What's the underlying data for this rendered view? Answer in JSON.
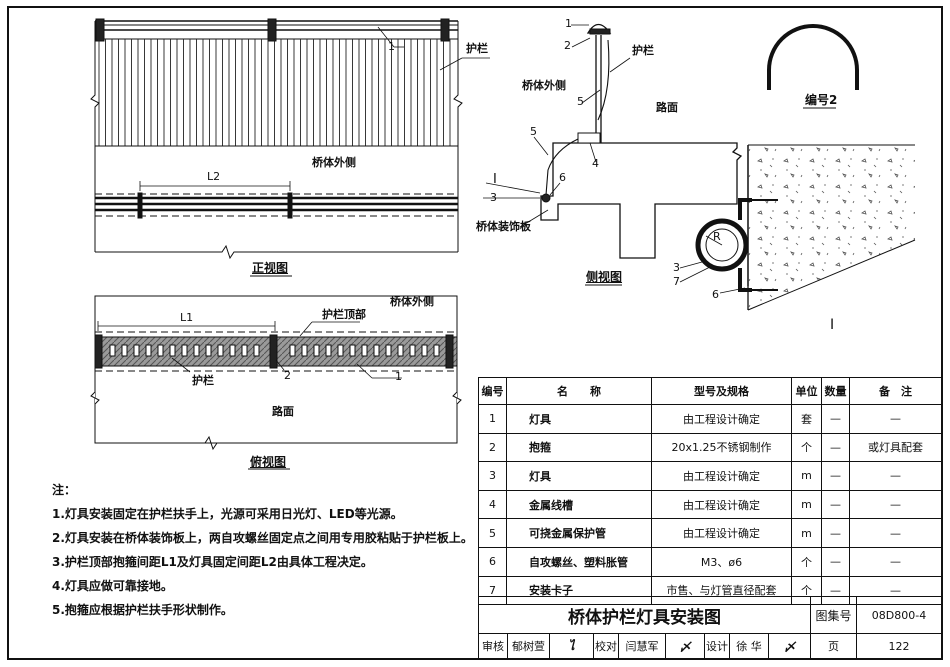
{
  "front_view": {
    "title": "正视图",
    "label_outer_side": "桥体外侧",
    "label_guardrail": "护栏",
    "dim_l2": "L2",
    "callout_1": "1"
  },
  "top_view": {
    "title": "俯视图",
    "label_outer_side": "桥体外侧",
    "label_rail_top": "护栏顶部",
    "label_guardrail": "护栏",
    "label_road": "路面",
    "dim_l1": "L1",
    "callout_1": "1",
    "callout_2": "2"
  },
  "side_view": {
    "title": "侧视图",
    "label_guardrail": "护栏",
    "label_outer_side": "桥体外侧",
    "label_road": "路面",
    "label_deco_panel": "桥体装饰板",
    "detail_mark": "I",
    "callouts": [
      "1",
      "2",
      "5",
      "5",
      "4",
      "3",
      "6"
    ]
  },
  "detail": {
    "mark": "I",
    "radius": "R",
    "callouts": [
      "3",
      "7",
      "6"
    ],
    "number_label": "编号2"
  },
  "notes": {
    "heading": "注：",
    "items": [
      "1.灯具安装固定在护栏扶手上，光源可采用日光灯、LED等光源。",
      "2.灯具安装在桥体装饰板上，两自攻螺丝固定点之间用专用胶粘贴于护栏板上。",
      "3.护栏顶部抱箍间距L1及灯具固定间距L2由具体工程决定。",
      "4.灯具应做可靠接地。",
      "5.抱箍应根据护栏扶手形状制作。"
    ]
  },
  "parts_table": {
    "headers": [
      "编号",
      "名　　称",
      "型号及规格",
      "单位",
      "数量",
      "备　注"
    ],
    "rows": [
      [
        "1",
        "灯具",
        "由工程设计确定",
        "套",
        "—",
        "—"
      ],
      [
        "2",
        "抱箍",
        "20x1.25不锈钢制作",
        "个",
        "—",
        "或灯具配套"
      ],
      [
        "3",
        "灯具",
        "由工程设计确定",
        "m",
        "—",
        "—"
      ],
      [
        "4",
        "金属线槽",
        "由工程设计确定",
        "m",
        "—",
        "—"
      ],
      [
        "5",
        "可挠金属保护管",
        "由工程设计确定",
        "m",
        "—",
        "—"
      ],
      [
        "6",
        "自攻螺丝、塑料胀管",
        "M3、ø6",
        "个",
        "—",
        "—"
      ],
      [
        "7",
        "安装卡子",
        "市售、与灯管直径配套",
        "个",
        "—",
        "—"
      ]
    ]
  },
  "title_block": {
    "title": "桥体护栏灯具安装图",
    "atlas_label": "图集号",
    "atlas_number": "08D800-4",
    "review_label": "审核",
    "review_name": "郁树萱",
    "check_label": "校对",
    "check_name": "闫慧军",
    "design_label": "设计",
    "design_name": "徐 华",
    "page_label": "页",
    "page_number": "122"
  }
}
